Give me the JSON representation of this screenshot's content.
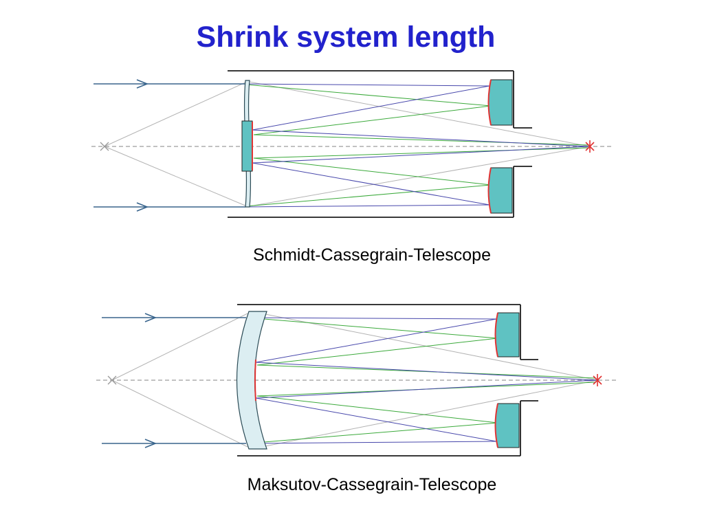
{
  "title": {
    "text": "Shrink system length"
  },
  "diagrams": {
    "schmidt": {
      "caption": "Schmidt-Cassegrain-Telescope"
    },
    "maksutov": {
      "caption": "Maksutov-Cassegrain-Telescope"
    }
  },
  "icons": {
    "object_point_marker": "gray-x-cross",
    "focus_marker": "red-asterisk-cross"
  },
  "colors": {
    "title-color": "#2222cc",
    "mirror-fill": "#5fc2c2",
    "mirror-edge": "#e03434",
    "lens-fill": "#dceef2",
    "outline": "#1c1c1c",
    "ray-gray": "#b3b3b3",
    "axis-gray": "#9c9c9c",
    "ray-green": "#3aa93a",
    "ray-blue": "#4747ab",
    "ray-incoming": "#38648c",
    "focus-red": "#e03030"
  }
}
